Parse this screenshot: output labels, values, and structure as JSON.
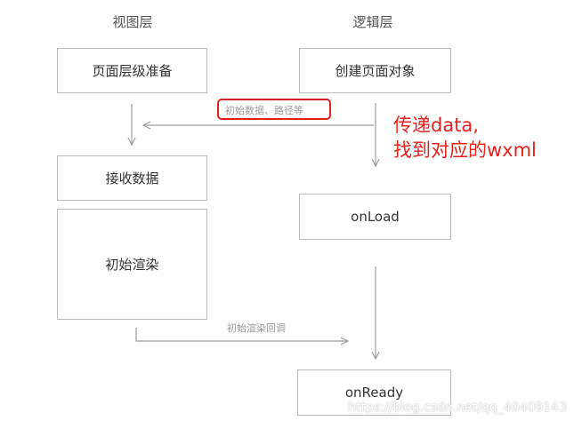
{
  "lanes": {
    "view": "视图层",
    "logic": "逻辑层"
  },
  "nodes": {
    "prepare": "页面层级准备",
    "create": "创建页面对象",
    "receive": "接收数据",
    "render": "初始渲染",
    "onload": "onLoad",
    "onready": "onReady"
  },
  "edges": {
    "init_data": "初始数据、路径等",
    "render_callback": "初始渲染回调"
  },
  "annotation": {
    "line1": "传递data,",
    "line2": "找到对应的wxml"
  },
  "watermark": "https://blog.csdn.net/qq_40409143",
  "colors": {
    "annotation": "#e8221b",
    "highlight_border": "#e02020",
    "box_border": "#bdbdbd",
    "arrow": "#9e9e9e"
  }
}
